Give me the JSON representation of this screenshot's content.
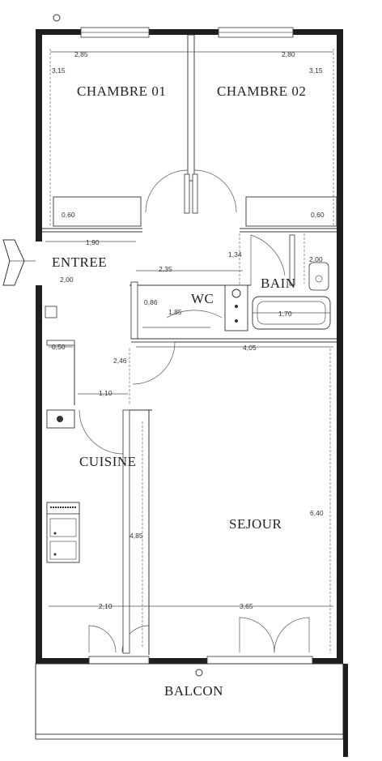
{
  "rooms": {
    "chambre01": "CHAMBRE 01",
    "chambre02": "CHAMBRE 02",
    "entree": "ENTREE",
    "bain": "BAIN",
    "wc": "WC",
    "cuisine": "CUISINE",
    "sejour": "SEJOUR",
    "balcon": "BALCON"
  },
  "dimensions": {
    "ch1_width": "2,85",
    "ch2_width": "2,80",
    "ch1_depth": "3,15",
    "ch2_depth": "3,15",
    "closet1": "0,60",
    "closet2": "0,60",
    "entree_width": "1,90",
    "entree_depth": "2,00",
    "corridor_depth": "1,34",
    "corridor_width": "2,35",
    "bain_depth": "2,00",
    "wc_depth": "0,86",
    "wc_width": "1,85",
    "bain_width": "1,70",
    "storage_width": "0,50",
    "sejour_width": "4,05",
    "hall_depth": "2,46",
    "kitchen_passage": "1,10",
    "sejour_depth": "6,40",
    "cuisine_depth": "4,85",
    "cuisine_width": "2,10",
    "sejour_front": "3,65"
  }
}
